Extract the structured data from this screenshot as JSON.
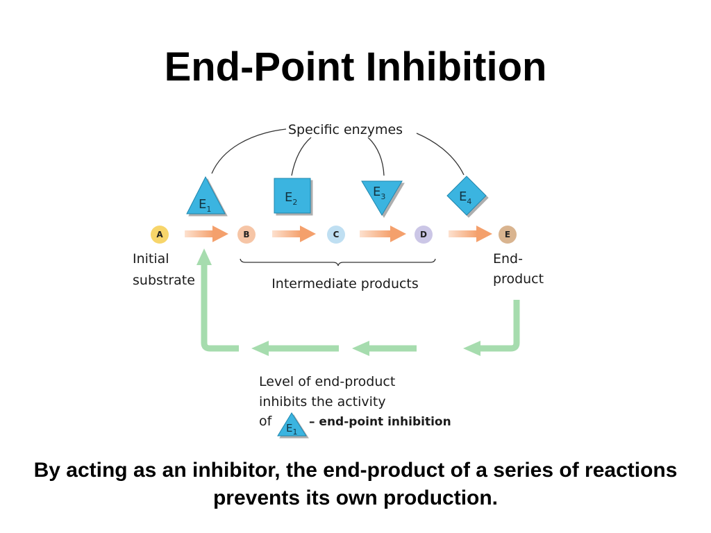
{
  "slide": {
    "title": "End-Point Inhibition",
    "caption": "By acting as an inhibitor, the end-product of a series of reactions prevents its own production."
  },
  "diagram": {
    "enzymes_label": "Specific enzymes",
    "enzymes": [
      {
        "letter": "E",
        "sub": "1"
      },
      {
        "letter": "E",
        "sub": "2"
      },
      {
        "letter": "E",
        "sub": "3"
      },
      {
        "letter": "E",
        "sub": "4"
      }
    ],
    "nodes": [
      "A",
      "B",
      "C",
      "D",
      "E"
    ],
    "initial_label": [
      "Initial",
      "substrate"
    ],
    "intermediate_label": "Intermediate products",
    "end_label": [
      "End-",
      "product"
    ],
    "feedback_lines": [
      "Level of end-product",
      "inhibits the activity",
      "of"
    ],
    "feedback_enzyme": {
      "letter": "E",
      "sub": "1"
    },
    "feedback_bold": "– end-point inhibition",
    "colors": {
      "enzyme_fill": "#3bb4e0",
      "forward_arrow": "#f5a878",
      "feedback_arrow": "#a6dcae",
      "node_A": "#f7d56a",
      "node_B": "#f6c5a6",
      "node_C": "#bfdff2",
      "node_D": "#cbc6e6",
      "node_E": "#d9b48f"
    }
  }
}
